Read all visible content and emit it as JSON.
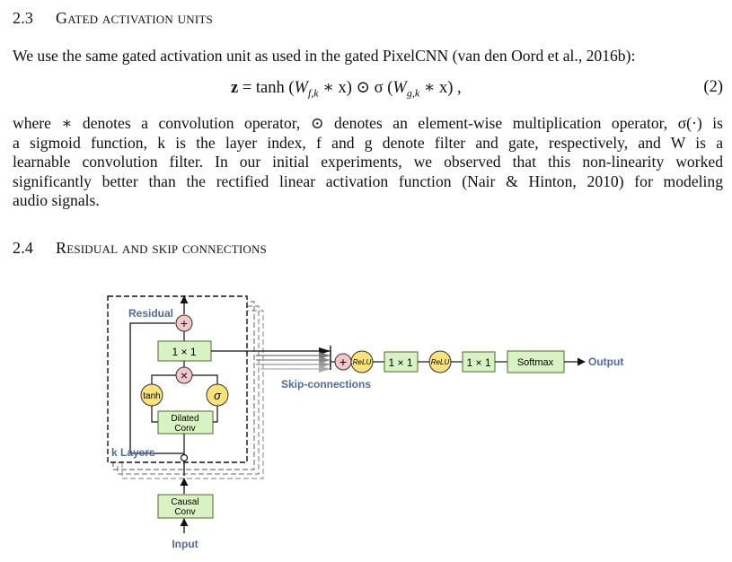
{
  "section_2_3": {
    "number": "2.3",
    "title": "Gated activation units"
  },
  "intro_sentence": "We use the same gated activation unit as used in the gated PixelCNN (van den Oord et al., 2016b):",
  "equation": {
    "lhs": "z",
    "equals": " = tanh (",
    "W_f": "W",
    "sub_f": "f,k",
    "conv_x_1": " ∗ x) ⊙ σ (",
    "W_g": "W",
    "sub_g": "g,k",
    "conv_x_2": " ∗ x) ,",
    "number": "(2)"
  },
  "paragraph_2_3": [
    "where ∗ denotes a convolution operator, ⊙ denotes an element-wise multiplication operator, σ(·) is",
    "a sigmoid function, k is the layer index, f and g denote filter and gate, respectively, and W is a",
    "learnable convolution filter.  In our initial experiments, we observed that this non-linearity worked",
    "significantly better than the rectified linear activation function (Nair & Hinton, 2010) for modeling",
    "audio signals."
  ],
  "section_2_4": {
    "number": "2.4",
    "title": "Residual and skip connections"
  },
  "figure": {
    "residual_label": "Residual",
    "plus_symbol": "+",
    "times_symbol": "×",
    "conv1x1_label": "1 × 1",
    "tanh_label": "tanh",
    "sigma_label": "σ",
    "dilated_conv_line1": "Dilated",
    "dilated_conv_line2": "Conv",
    "k_layers_label": "k Layers",
    "causal_conv_line1": "Causal",
    "causal_conv_line2": "Conv",
    "input_label": "Input",
    "skip_connections_label": "Skip-connections",
    "relu_label": "ReLU",
    "head_conv1_label": "1 × 1",
    "head_conv2_label": "1 × 1",
    "softmax_label": "Softmax",
    "output_label": "Output",
    "colors": {
      "box_fill": "#d9f2c4",
      "box_stroke": "#4a6b2e",
      "plus_fill": "#f2c7c7",
      "gate_fill": "#f9e27a",
      "label_blue": "#4d6b9c"
    }
  }
}
